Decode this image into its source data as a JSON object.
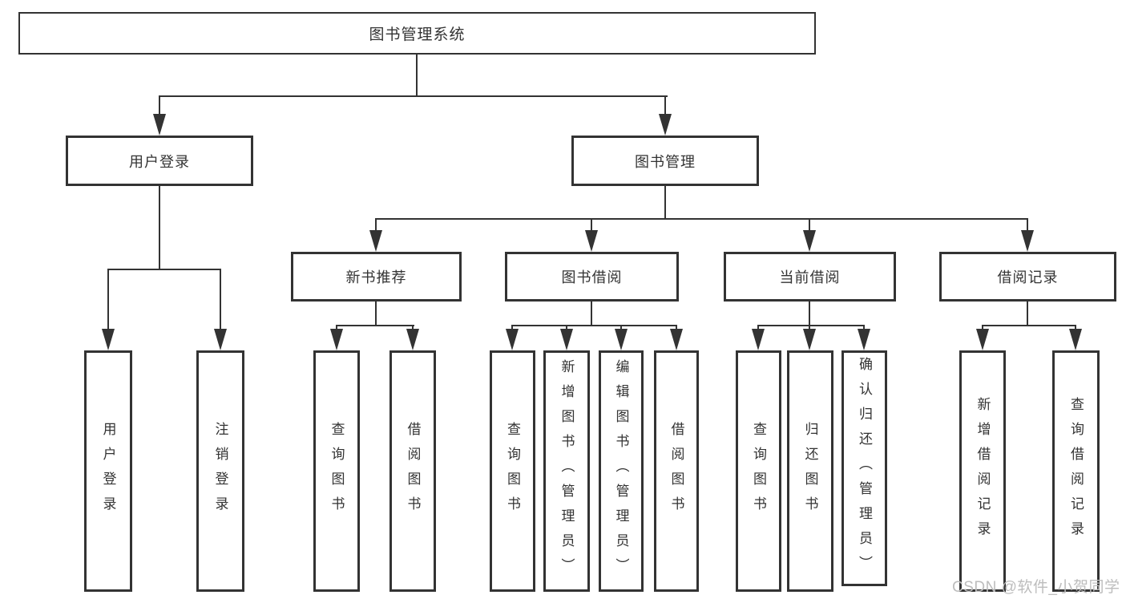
{
  "diagram": {
    "root": "图书管理系统",
    "branches": [
      {
        "label": "用户登录",
        "children": [
          "用户登录",
          "注销登录"
        ]
      },
      {
        "label": "图书管理",
        "groups": [
          {
            "label": "新书推荐",
            "children": [
              "查询图书",
              "借阅图书"
            ]
          },
          {
            "label": "图书借阅",
            "children": [
              "查询图书",
              "新增图书（管理员）",
              "编辑图书（管理员）",
              "借阅图书"
            ]
          },
          {
            "label": "当前借阅",
            "children": [
              "查询图书",
              "归还图书",
              "确认归还（管理员）"
            ]
          },
          {
            "label": "借阅记录",
            "children": [
              "新增借阅记录",
              "查询借阅记录"
            ]
          }
        ]
      }
    ]
  },
  "watermark": "CSDN @软件_小贺同学",
  "colors": {
    "line": "#333333",
    "text": "#333333",
    "watermark": "#bdbdbd",
    "background": "#ffffff"
  }
}
